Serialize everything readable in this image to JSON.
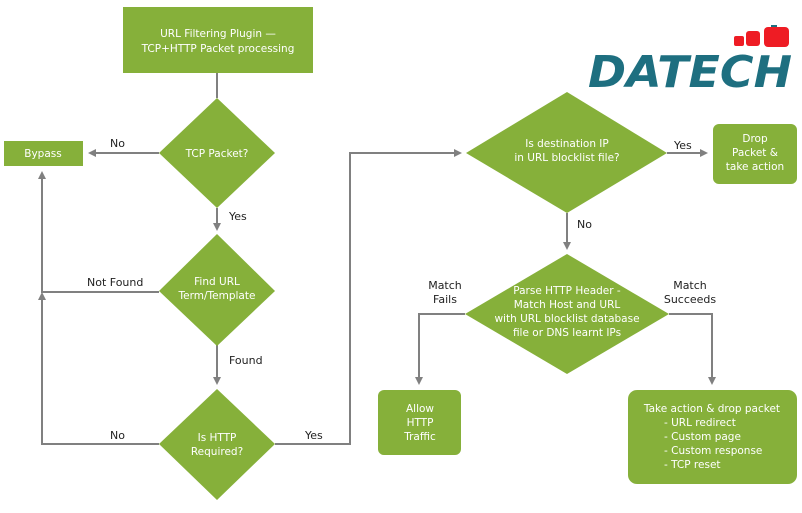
{
  "colors": {
    "node_fill": "#86B03A",
    "connector": "#808080",
    "label_text": "#222222",
    "node_text": "#FFFFFF",
    "logo_teal": "#1E6F80",
    "logo_red": "#EE1C24"
  },
  "logo": {
    "text": "DATECH"
  },
  "nodes": {
    "start": {
      "lines": [
        "URL Filtering Plugin —",
        "TCP+HTTP Packet processing"
      ]
    },
    "tcp_check": {
      "lines": [
        "TCP Packet?"
      ]
    },
    "bypass": {
      "lines": [
        "Bypass"
      ]
    },
    "find_url": {
      "lines": [
        "Find URL",
        "Term/Template"
      ]
    },
    "http_required": {
      "lines": [
        "Is HTTP",
        "Required?"
      ]
    },
    "ip_blocklist": {
      "lines": [
        "Is destination IP",
        "in URL blocklist file?"
      ]
    },
    "drop_packet": {
      "lines": [
        "Drop",
        "Packet &",
        "take action"
      ]
    },
    "parse_header": {
      "lines": [
        "Parse HTTP Header -",
        "Match Host and URL",
        "with URL blocklist database",
        "file or DNS learnt IPs"
      ]
    },
    "allow_http": {
      "lines": [
        "Allow",
        "HTTP",
        "Traffic"
      ]
    },
    "take_action": {
      "title": "Take action & drop packet",
      "items": [
        "- URL redirect",
        "- Custom page",
        "- Custom response",
        "- TCP reset"
      ]
    }
  },
  "edges": {
    "tcp_no": "No",
    "tcp_yes": "Yes",
    "find_not_found": "Not Found",
    "find_found": "Found",
    "http_no": "No",
    "http_yes": "Yes",
    "ip_yes": "Yes",
    "ip_no": "No",
    "match_fails": [
      "Match",
      "Fails"
    ],
    "match_succeeds": [
      "Match",
      "Succeeds"
    ]
  }
}
